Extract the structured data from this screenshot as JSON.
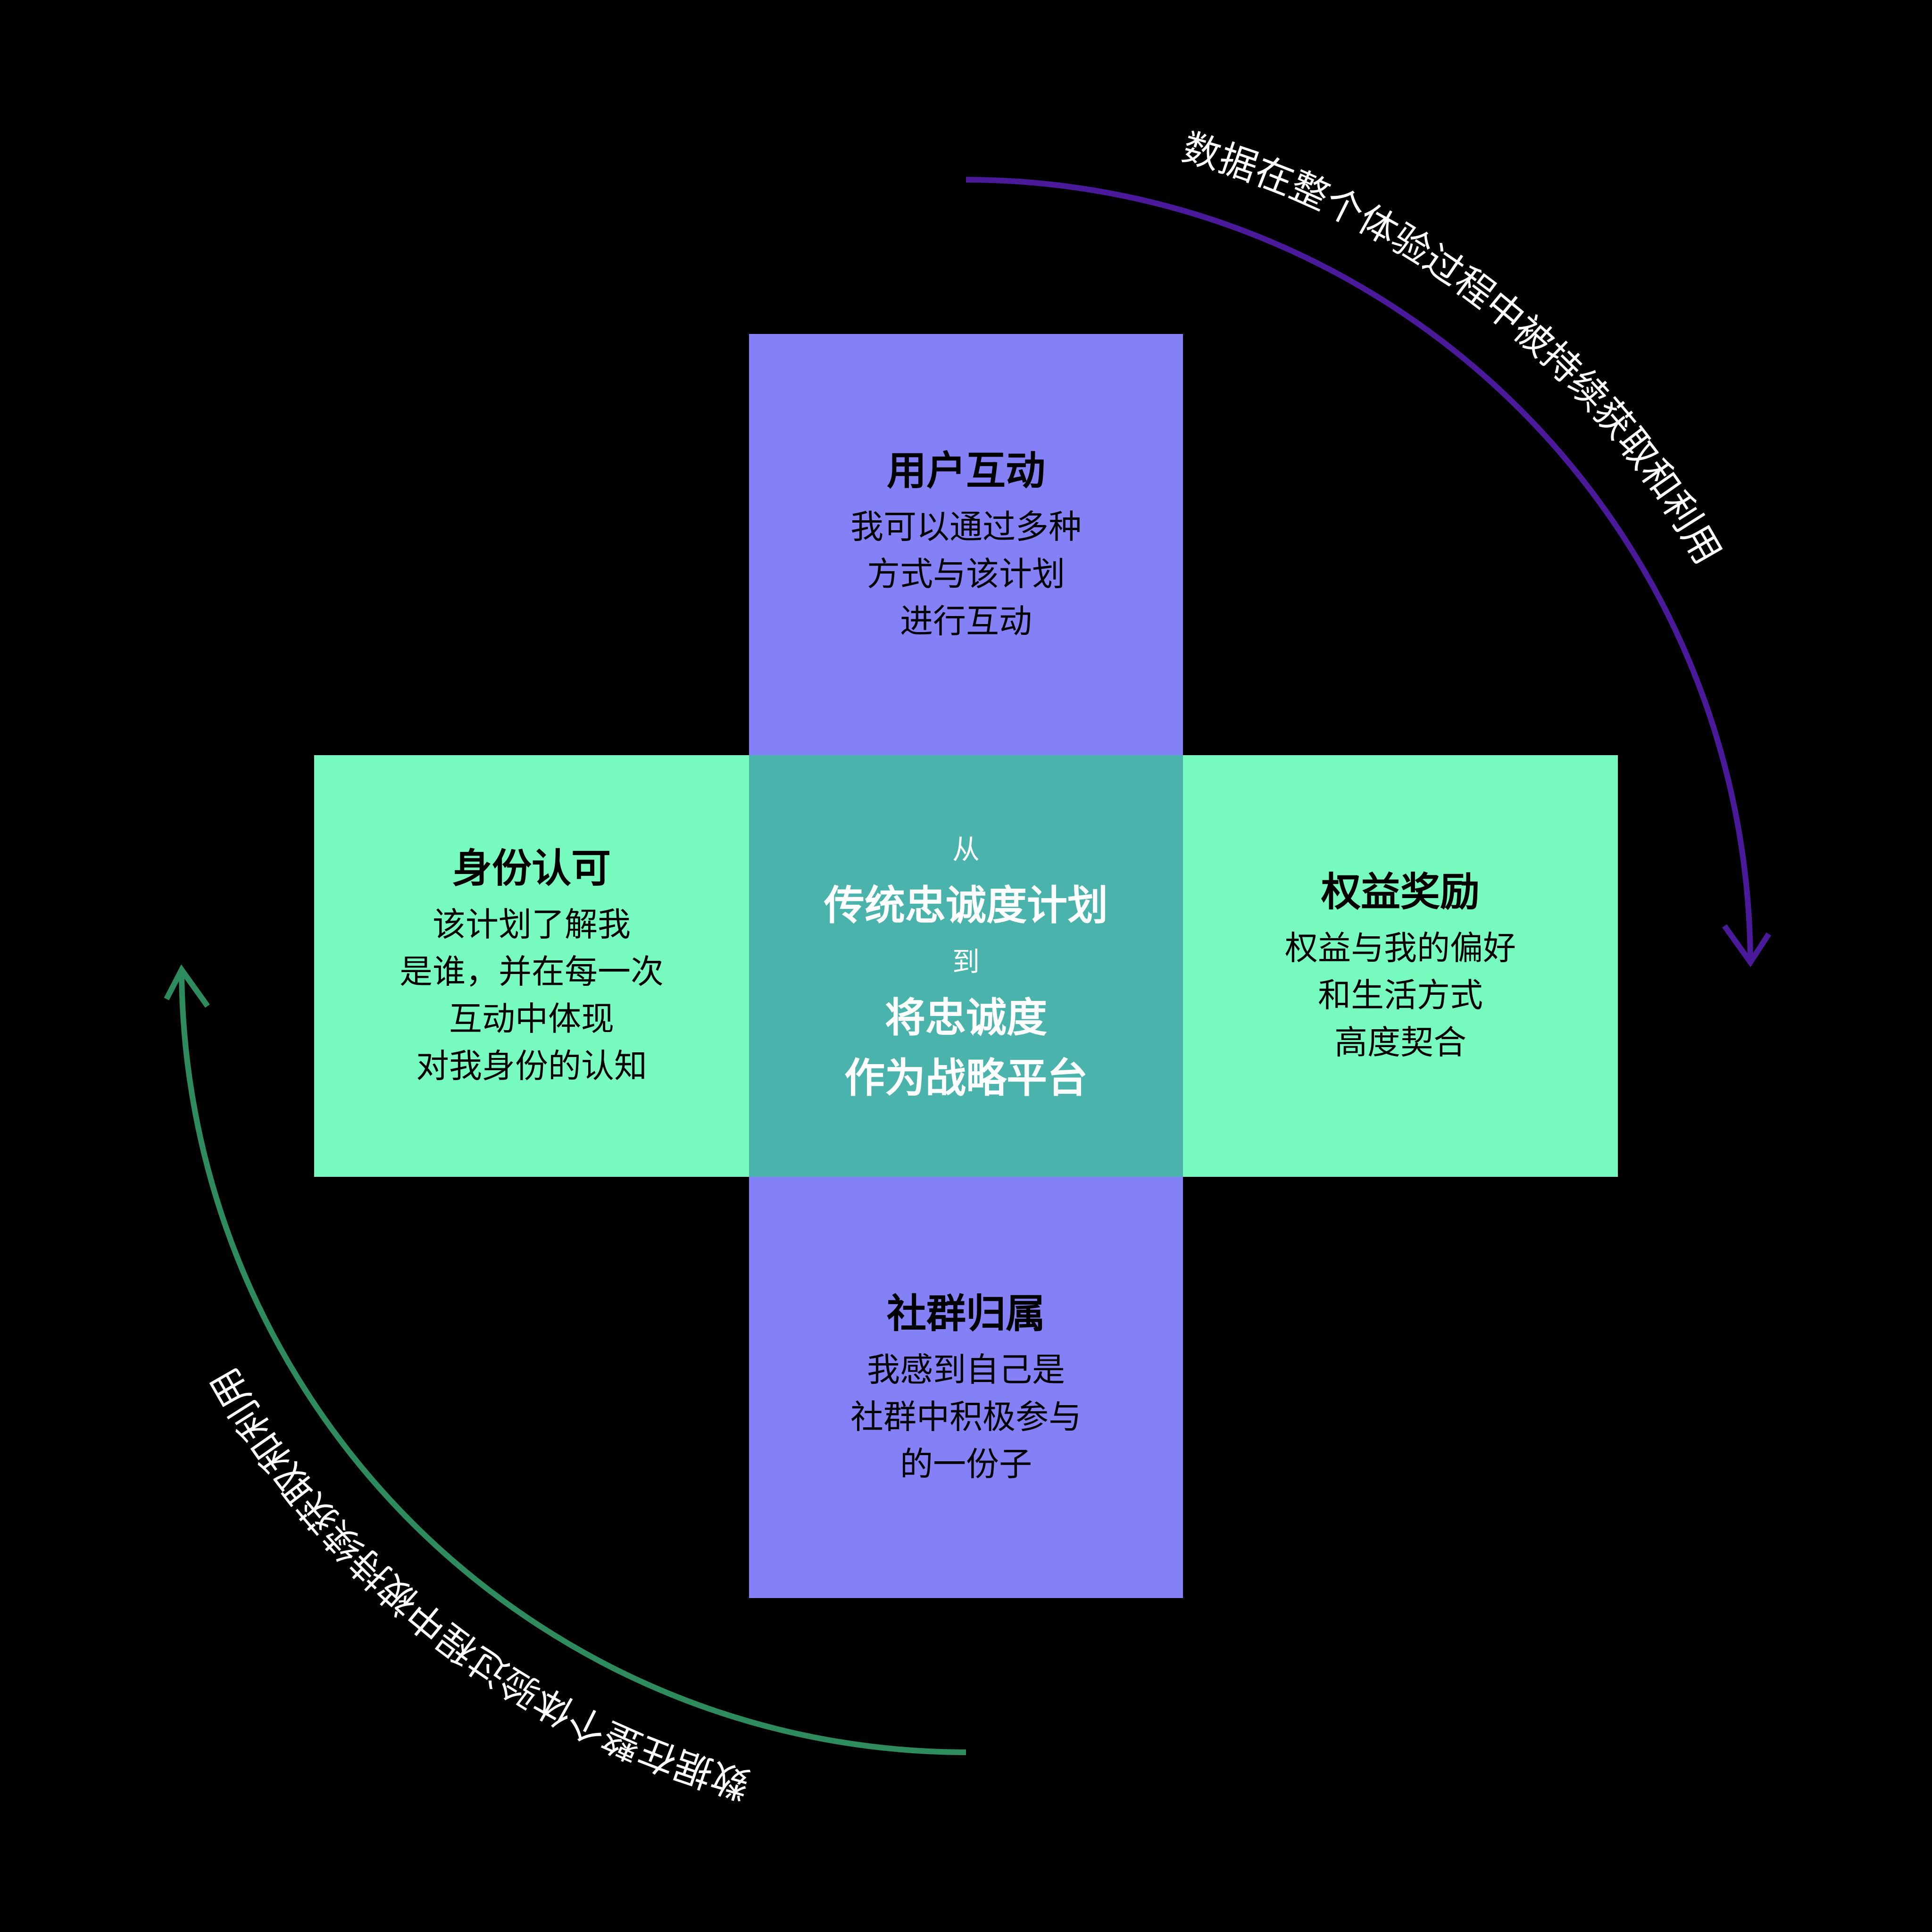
{
  "colors": {
    "purple_box": "#8480F5",
    "green_box": "#78FBBE",
    "center_box": "#4AB3AC",
    "top_arrow": "#4A1A9A",
    "bottom_arrow": "#2E8B5E"
  },
  "top": {
    "title": "用户互动",
    "lines": [
      "我可以通过多种",
      "方式与该计划",
      "进行互动"
    ]
  },
  "left": {
    "title": "身份认可",
    "lines": [
      "该计划了解我",
      "是谁，并在每一次",
      "互动中体现",
      "对我身份的认知"
    ]
  },
  "right": {
    "title": "权益奖励",
    "lines": [
      "权益与我的偏好",
      "和生活方式",
      "高度契合"
    ]
  },
  "bottom": {
    "title": "社群归属",
    "lines": [
      "我感到自己是",
      "社群中积极参与",
      "的一份子"
    ]
  },
  "center": {
    "from": "从",
    "line1": "传统忠诚度计划",
    "to": "到",
    "line2": "将忠诚度",
    "line3": "作为战略平台"
  },
  "arc_text": {
    "top_right": "数据在整个体验过程中被持续获取和利用",
    "bottom_left": "数据在整个体验过程中被持续获取和利用"
  }
}
